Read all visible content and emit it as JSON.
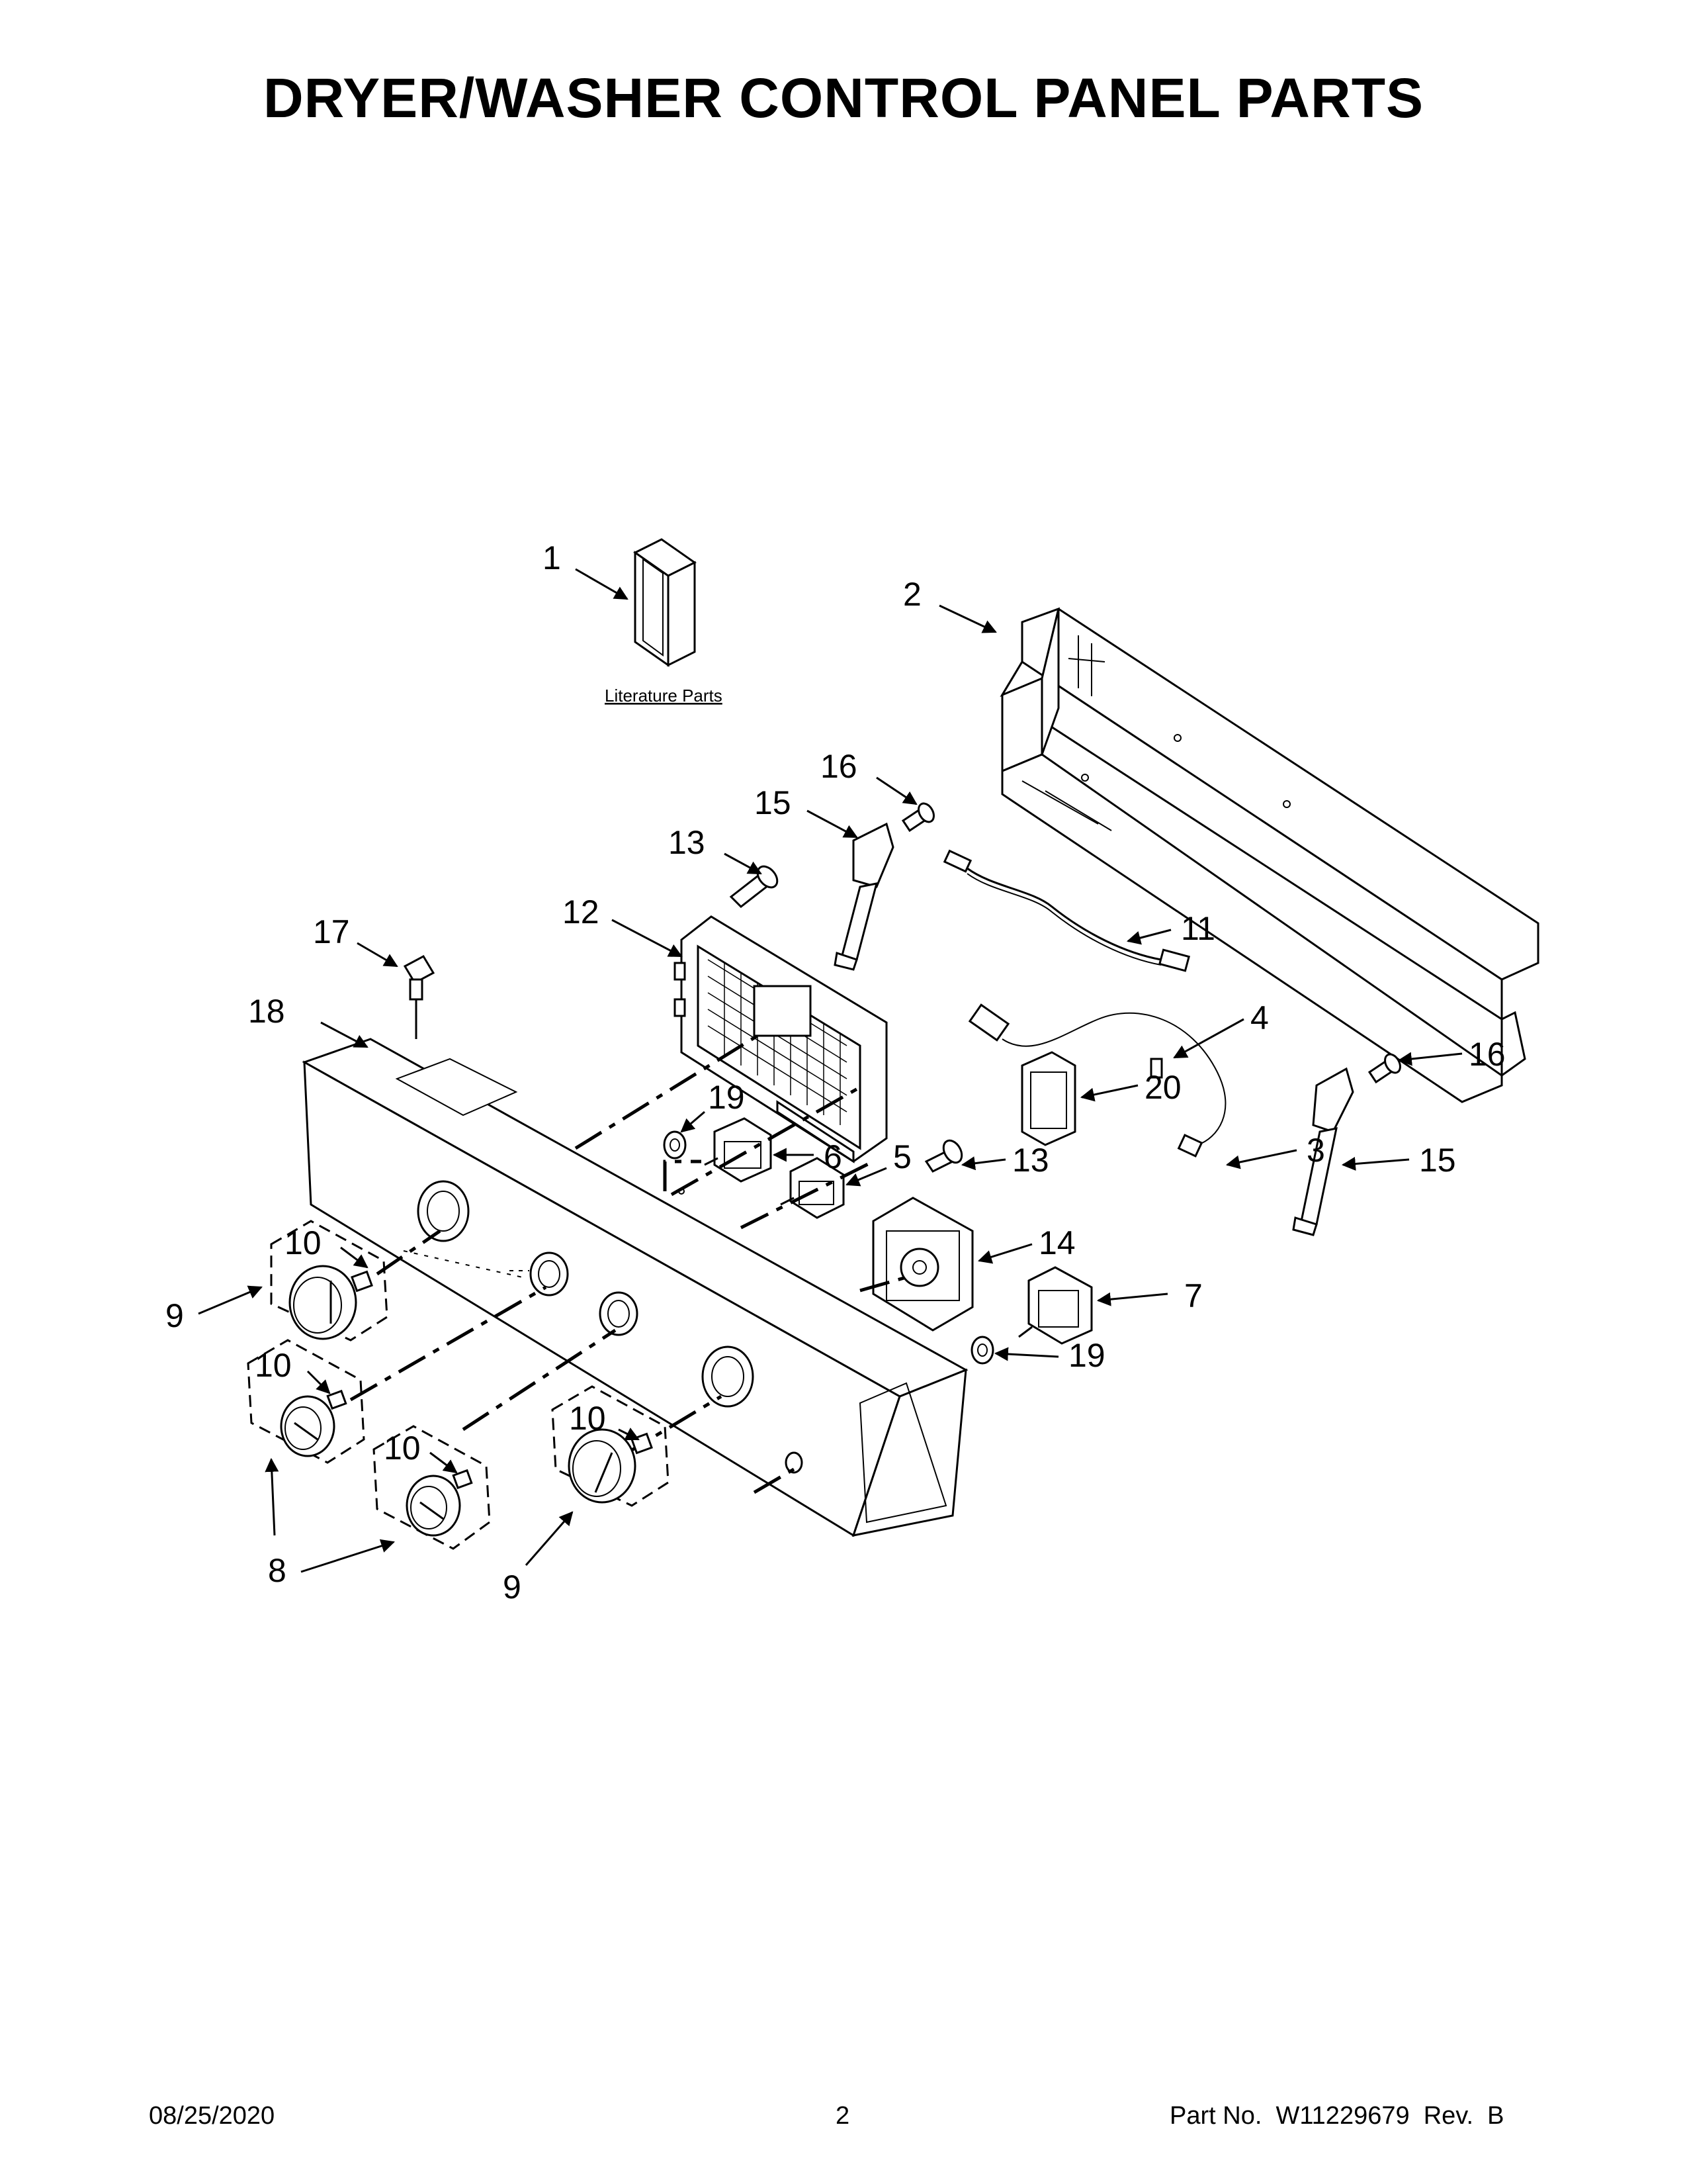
{
  "title": "DRYER/WASHER CONTROL PANEL PARTS",
  "literature_label": "Literature Parts",
  "callouts": {
    "c1": "1",
    "c2": "2",
    "c3": "3",
    "c4": "4",
    "c5": "5",
    "c6": "6",
    "c7": "7",
    "c8": "8",
    "c9a": "9",
    "c9b": "9",
    "c10a": "10",
    "c10b": "10",
    "c10c": "10",
    "c10d": "10",
    "c11": "11",
    "c12": "12",
    "c13a": "13",
    "c13b": "13",
    "c14": "14",
    "c15a": "15",
    "c15b": "15",
    "c16a": "16",
    "c16b": "16",
    "c17": "17",
    "c18": "18",
    "c19a": "19",
    "c19b": "19",
    "c20": "20"
  },
  "footer": {
    "date": "08/25/2020",
    "page": "2",
    "part_no": "Part No.  W11229679  Rev.  B"
  }
}
